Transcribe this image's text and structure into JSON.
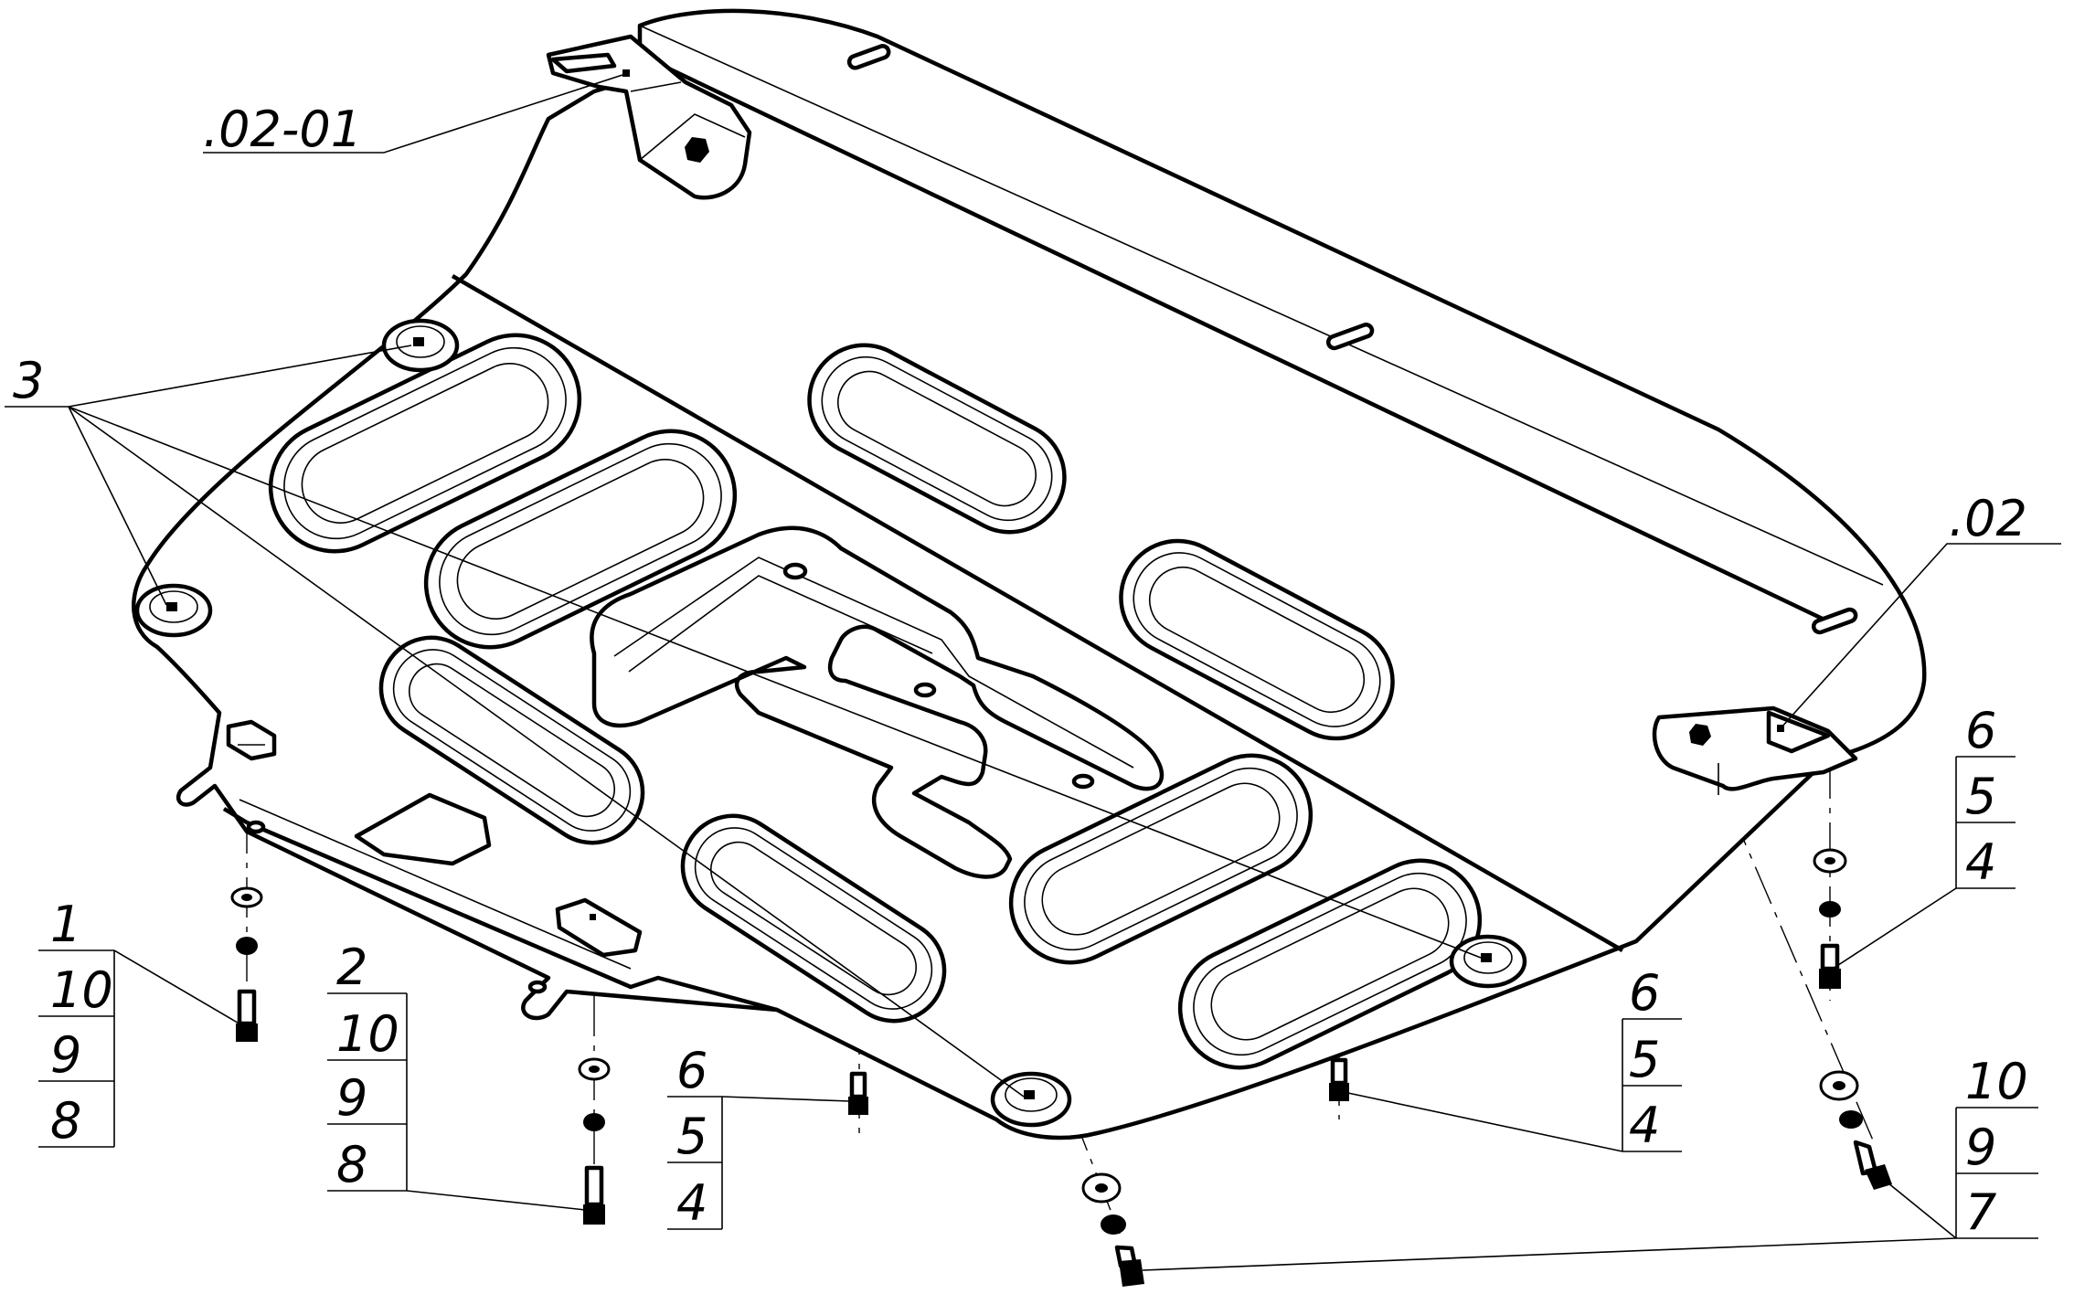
{
  "drawing": {
    "callouts": {
      "part_02_01": ".02-01",
      "part_02": ".02",
      "part_3": "3"
    },
    "stacks": {
      "front_left": [
        "1",
        "10",
        "9",
        "8"
      ],
      "front_mid": [
        "2",
        "10",
        "9",
        "8"
      ],
      "center_bottom": [
        "6",
        "5",
        "4"
      ],
      "center_right": [
        "6",
        "5",
        "4"
      ],
      "right_top": [
        "6",
        "5",
        "4"
      ],
      "right_bottom": [
        "10",
        "9",
        "7"
      ]
    }
  }
}
